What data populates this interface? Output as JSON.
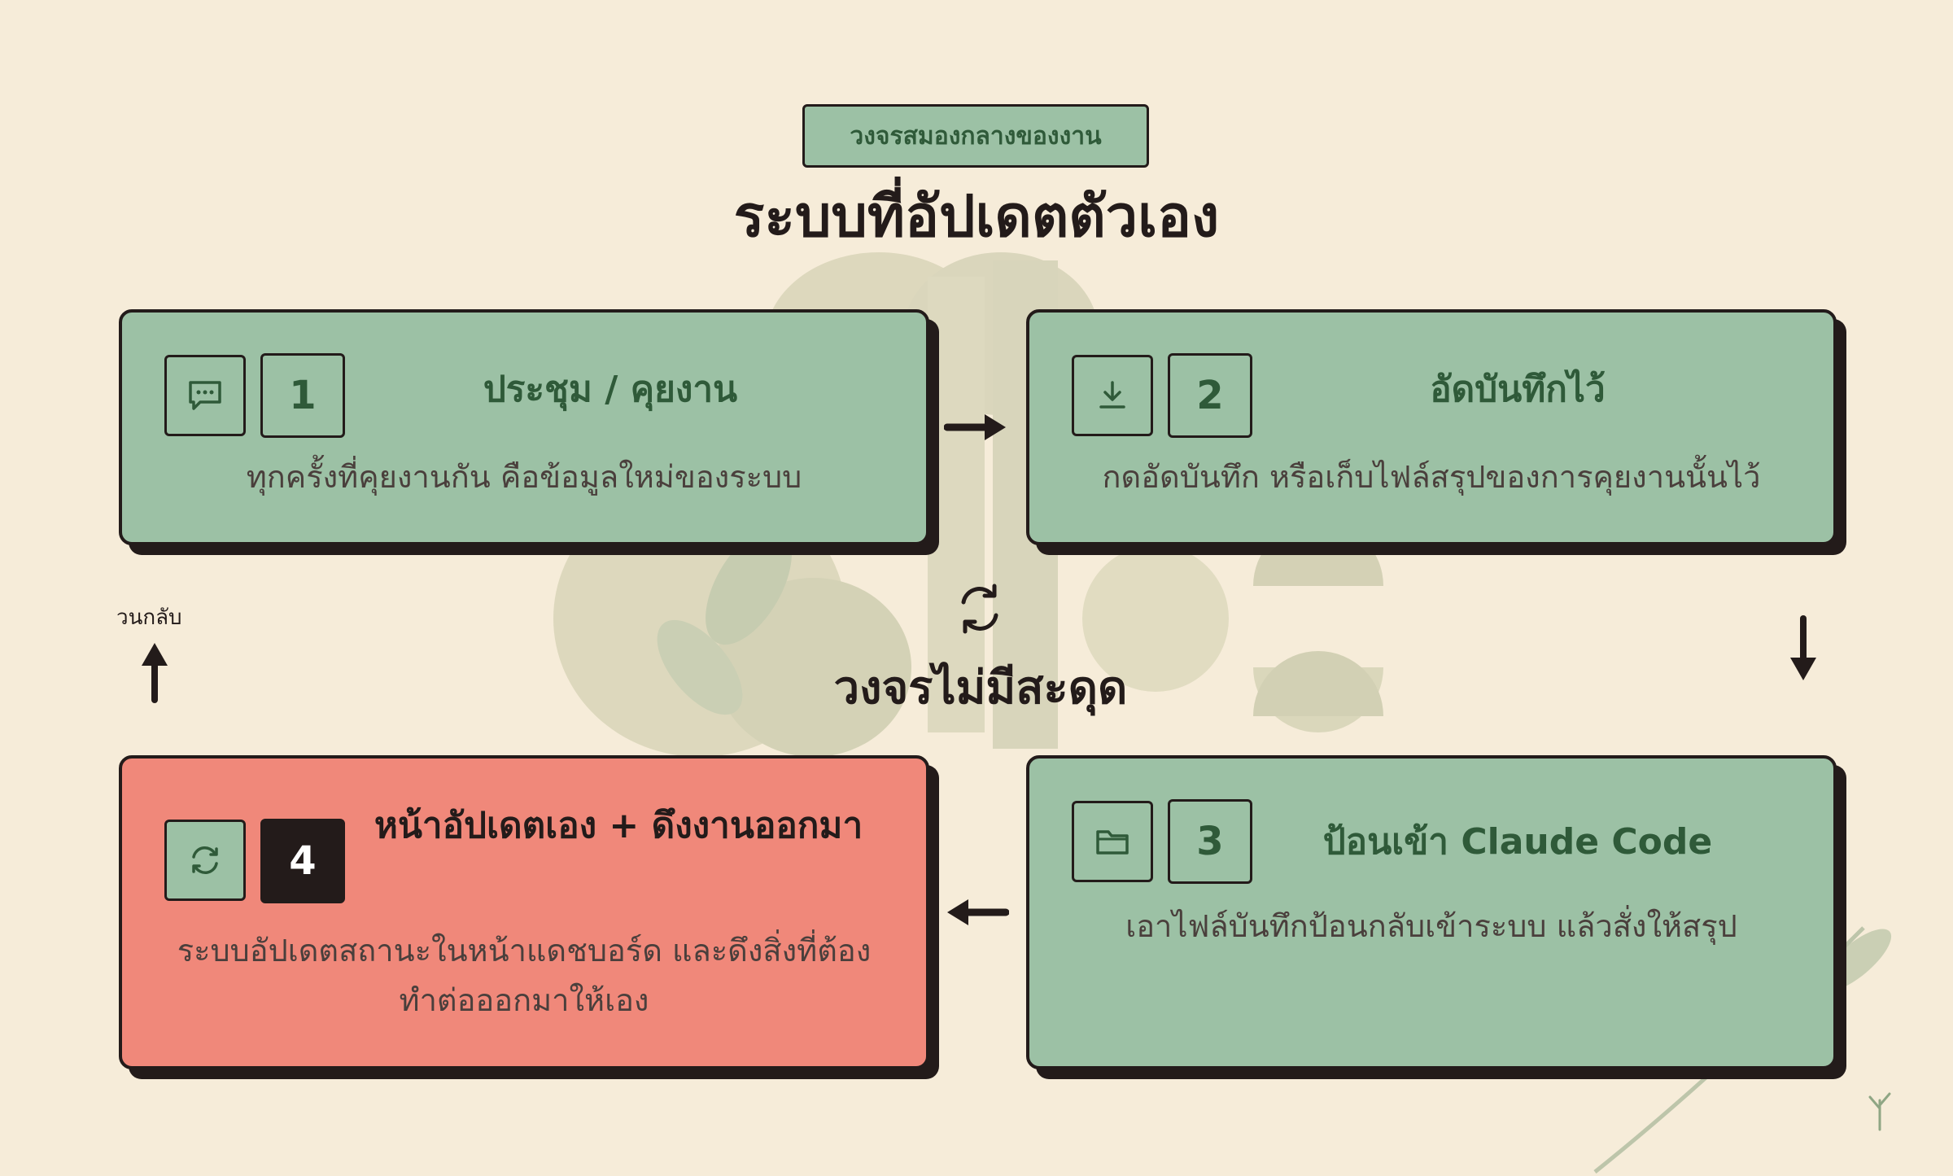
{
  "header": {
    "tag": "วงจรสมองกลางของงาน",
    "title": "ระบบที่อัปเดตตัวเอง"
  },
  "center": {
    "label": "วงจรไม่มีสะดุด",
    "icon": "refresh-icon"
  },
  "loop_back_label": "วนกลับ",
  "steps": [
    {
      "number": "1",
      "icon": "chat-icon",
      "title": "ประชุม / คุยงาน",
      "description": "ทุกครั้งที่คุยงานกัน คือข้อมูลใหม่ของระบบ"
    },
    {
      "number": "2",
      "icon": "download-icon",
      "title": "อัดบันทึกไว้",
      "description": "กดอัดบันทึก หรือเก็บไฟล์สรุปของการคุยงานนั้นไว้"
    },
    {
      "number": "3",
      "icon": "folder-icon",
      "title": "ป้อนเข้า Claude Code",
      "description": "เอาไฟล์บันทึกป้อนกลับเข้าระบบ แล้วสั่งให้สรุป"
    },
    {
      "number": "4",
      "icon": "refresh-icon",
      "title": "หน้าอัปเดตเอง + ดึงงานออกมา",
      "description": "ระบบอัปเดตสถานะในหน้าแดชบอร์ด และดึงสิ่งที่ต้องทำต่อออกมาให้เอง"
    }
  ],
  "colors": {
    "background": "#f6ecd9",
    "card_green": "#9cc1a5",
    "card_red": "#f0887a",
    "ink": "#231b1a",
    "green_text": "#2f5a39"
  }
}
